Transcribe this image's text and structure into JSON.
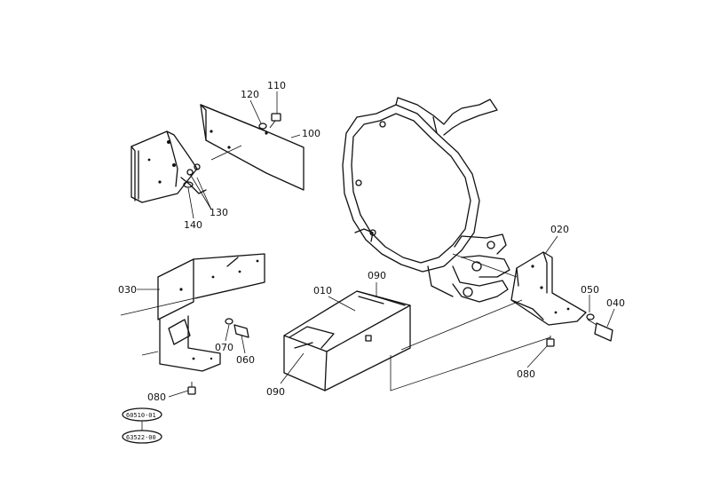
{
  "diagram": {
    "part_numbers": {
      "p110": "110",
      "p120": "120",
      "p100": "100",
      "p130": "130",
      "p140": "140",
      "p020": "020",
      "p030": "030",
      "p010": "010",
      "p090_top": "090",
      "p090_bottom": "090",
      "p050": "050",
      "p040": "040",
      "p070": "070",
      "p060": "060",
      "p080_left": "080",
      "p080_right": "080"
    },
    "reference_codes": {
      "code1": "60510-01",
      "code2": "63522-00"
    }
  }
}
